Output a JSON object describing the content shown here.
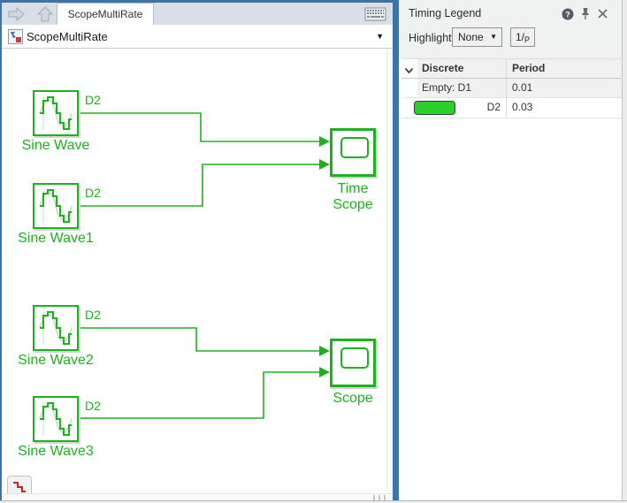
{
  "window": {
    "tab_label": "ScopeMultiRate"
  },
  "breadcrumb": {
    "model_name": "ScopeMultiRate"
  },
  "icons": {
    "forward": "forward-arrow",
    "up": "up-arrow",
    "keyboard": "keyboard",
    "model": "simulink-model",
    "dropdown_caret": "chevron-down",
    "help": "question-mark-circle",
    "pin": "pushpin",
    "close": "x-mark",
    "group_collapse": "chevron-down",
    "sample_time_legend": "red-step-signal"
  },
  "canvas": {
    "blocks": [
      {
        "label": "Sine Wave",
        "rate": "D2"
      },
      {
        "label": "Sine Wave1",
        "rate": "D2"
      },
      {
        "label": "Sine Wave2",
        "rate": "D2"
      },
      {
        "label": "Sine Wave3",
        "rate": "D2"
      },
      {
        "label": "Time Scope"
      },
      {
        "label": "Scope"
      }
    ]
  },
  "timing_legend": {
    "title": "Timing Legend",
    "highlight_label": "Highlight",
    "highlight_value": "None",
    "period_button": {
      "numerator": "1",
      "separator": "/",
      "denominator": "P"
    },
    "table": {
      "columns": [
        "Discrete",
        "Period"
      ],
      "rows": [
        {
          "label": "Empty: D1",
          "period": "0.01",
          "swatch_color": null
        },
        {
          "label": "D2",
          "period": "0.03",
          "swatch_color": "#2bd12b"
        }
      ]
    }
  },
  "colors": {
    "rate_d2_green": "#1db21d",
    "swatch_green": "#2bd12b",
    "frame_blue": "#3a74a9",
    "legend_icon_red": "#cc2222"
  }
}
